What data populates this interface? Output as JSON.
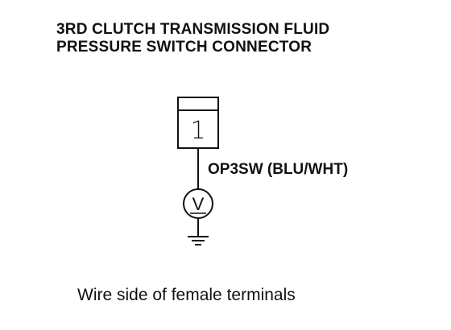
{
  "title": {
    "line1": "3RD CLUTCH TRANSMISSION FLUID",
    "line2": "PRESSURE SWITCH CONNECTOR"
  },
  "connector": {
    "terminal_number": "1"
  },
  "wire": {
    "label": "OP3SW (BLU/WHT)"
  },
  "meter": {
    "symbol": "V",
    "icon": "voltmeter-icon"
  },
  "ground": {
    "icon": "ground-icon"
  },
  "caption": "Wire side of female terminals"
}
